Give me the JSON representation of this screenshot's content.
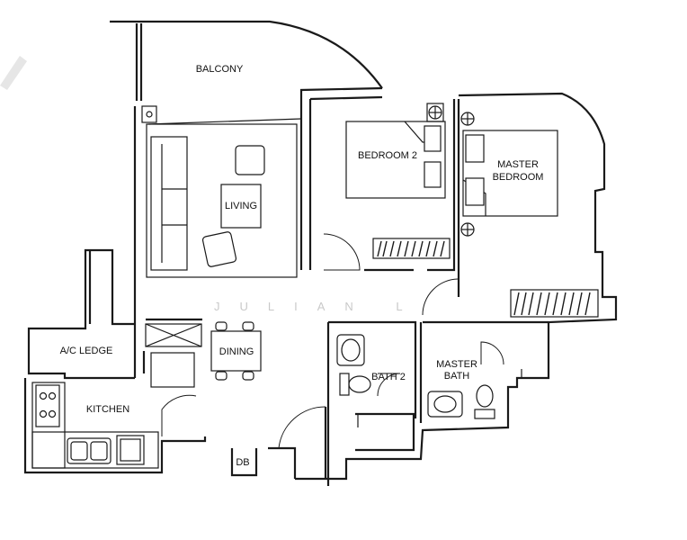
{
  "plan": {
    "rooms": {
      "balcony": "BALCONY",
      "bedroom2": "BEDROOM 2",
      "master_bedroom_line1": "MASTER",
      "master_bedroom_line2": "BEDROOM",
      "living": "LIVING",
      "dining": "DINING",
      "ac_ledge": "A/C LEDGE",
      "kitchen": "KITCHEN",
      "bath2": "BATH 2",
      "master_bath_line1": "MASTER",
      "master_bath_line2": "BATH",
      "db": "DB"
    },
    "watermark": "JULIAN L"
  }
}
